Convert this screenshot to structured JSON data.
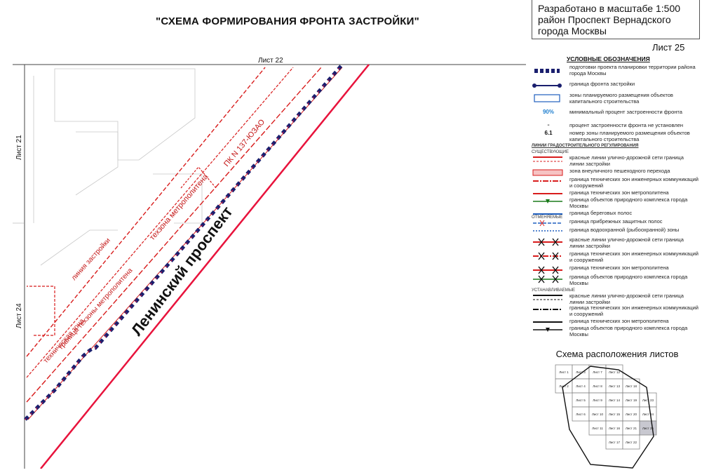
{
  "header": {
    "title": "\"СХЕМА ФОРМИРОВАНИЯ ФРОНТА ЗАСТРОЙКИ\"",
    "info_lines": [
      "Разработано в масштабе 1:500",
      "район Проспект Вернадского",
      "города Москвы"
    ],
    "sheet": "Лист 25"
  },
  "map": {
    "sheet_labels": {
      "top": "Лист 22",
      "left_upper": "Лист 21",
      "left_lower": "Лист 24"
    },
    "street": "Ленинский проспект",
    "annotations": {
      "pk": "ПК N 137-ЮЗАО",
      "metro_zone": "техзона метрополитена",
      "build_line": "линия застройки",
      "tech_zone_metro": "граница техзоны метрополитена",
      "tech_zone": "техническая зона"
    },
    "colors": {
      "red_line": "#e8133c",
      "front": "#1a1f6e",
      "front_dot": "#e8133c",
      "dim": "#d81c1c"
    }
  },
  "legend": {
    "heading": "УСЛОВНЫЕ ОБОЗНАЧЕНИЯ",
    "items": [
      "подготовки проекта планировки территории района города Москвы",
      "граница фронта застройки",
      "зоны планируемого размещения объектов капитального строительства",
      "минимальный процент застроенности фронта",
      "процент застроенности фронта не установлен",
      "номер зоны планируемого размещения объектов капитального строительства"
    ],
    "percent_symbol": "90%",
    "zone_number_symbol": "6.1",
    "sub_heading": "ЛИНИИ ГРАДОСТРОИТЕЛЬНОГО РЕГУЛИРОВАНИЯ",
    "group_existing": "СУЩЕСТВУЮЩИЕ",
    "group_cancelled": "ОТМЕНЯЕМЫЕ",
    "group_established": "УСТАНАВЛИВАЕМЫЕ",
    "reg_items": [
      "красные линии улично-дорожной сети граница линии застройки",
      "зона внеуличного пешеходного перехода",
      "граница технических зон инженерных коммуникаций и сооружений",
      "граница технических зон метрополитена",
      "граница объектов природного комплекса города Москвы",
      "граница береговых полос",
      "граница прибрежных защитных полос",
      "граница водоохранной (рыбоохранной) зоны",
      "красные линии улично-дорожной сети граница линии застройки",
      "граница технических зон инженерных коммуникаций и сооружений",
      "граница технических зон метрополитена",
      "граница объектов природного комплекса города Москвы",
      "красные линии улично-дорожной сети граница линии застройки",
      "граница технических зон инженерных коммуникаций и сооружений",
      "граница технических зон метрополитена",
      "граница объектов природного комплекса города Москвы"
    ]
  },
  "scheme": {
    "title": "Схема расположения листов",
    "sheets": [
      "Лист 1",
      "Лист 2",
      "Лист 3",
      "Лист 4",
      "Лист 5",
      "Лист 6",
      "Лист 7",
      "Лист 8",
      "Лист 9",
      "Лист 10",
      "Лист 11",
      "Лист 12",
      "Лист 13",
      "Лист 14",
      "Лист 15",
      "Лист 16",
      "Лист 17",
      "Лист 18",
      "Лист 19",
      "Лист 20",
      "Лист 21",
      "Лист 22",
      "Лист 23",
      "Лист 24",
      "Лист 25"
    ]
  }
}
